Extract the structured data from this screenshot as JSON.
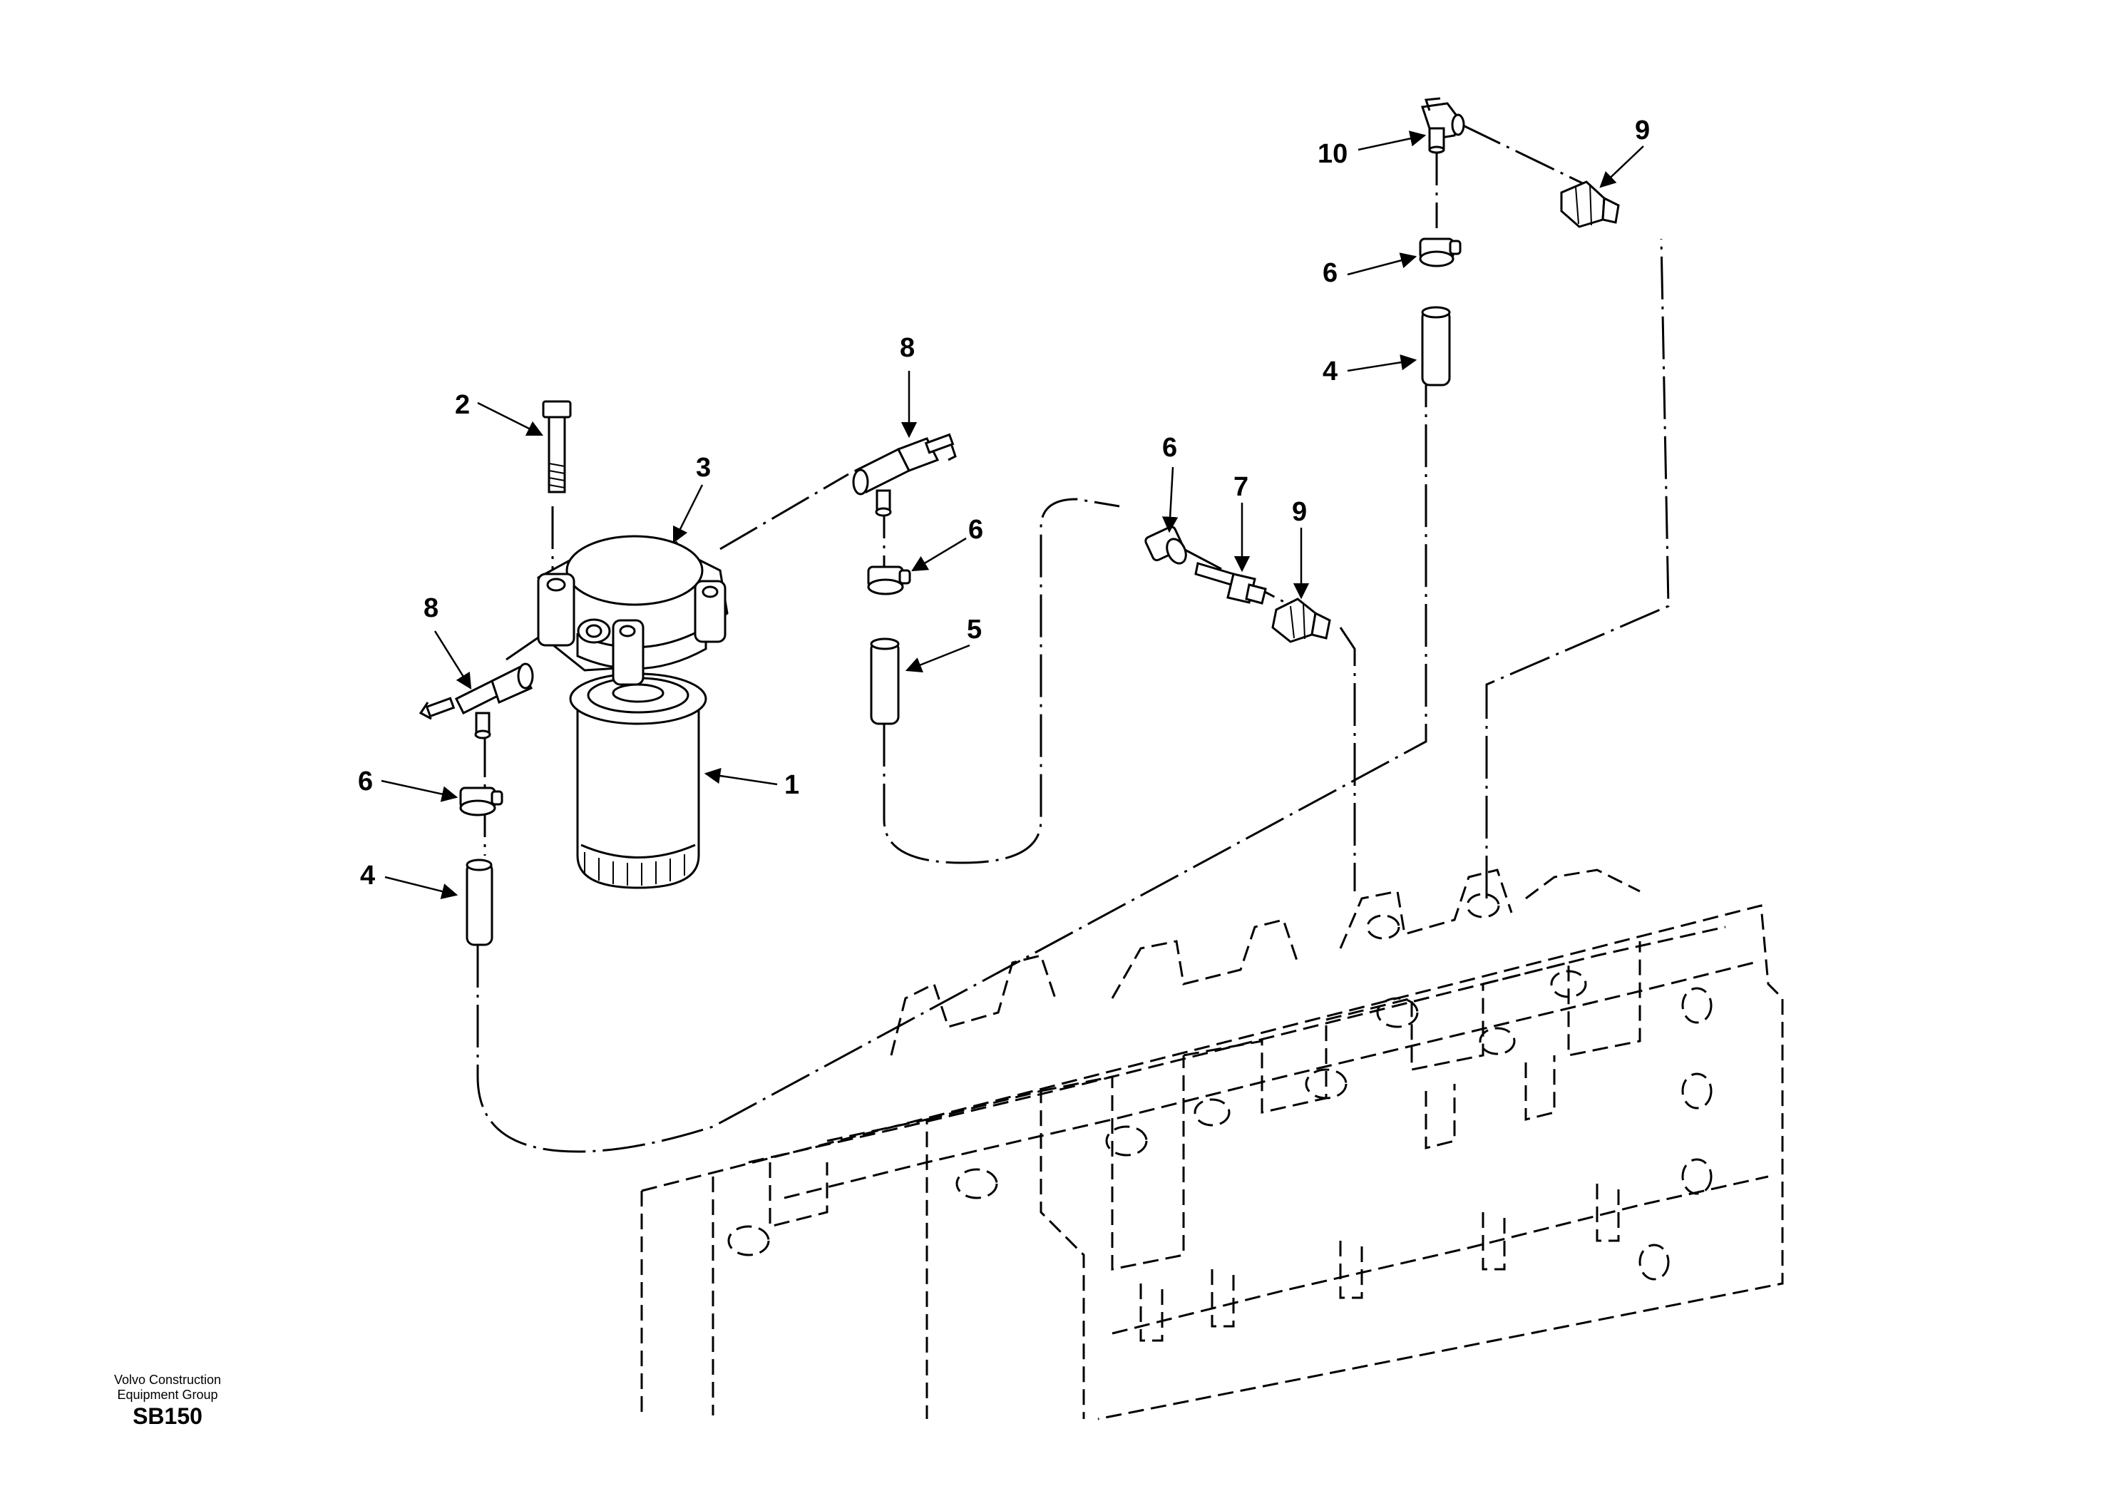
{
  "diagram": {
    "callouts": [
      {
        "id": "c1",
        "text": "1"
      },
      {
        "id": "c2",
        "text": "2"
      },
      {
        "id": "c3",
        "text": "3"
      },
      {
        "id": "c4a",
        "text": "4"
      },
      {
        "id": "c4b",
        "text": "4"
      },
      {
        "id": "c5",
        "text": "5"
      },
      {
        "id": "c6a",
        "text": "6"
      },
      {
        "id": "c6b",
        "text": "6"
      },
      {
        "id": "c6c",
        "text": "6"
      },
      {
        "id": "c6d",
        "text": "6"
      },
      {
        "id": "c7",
        "text": "7"
      },
      {
        "id": "c8a",
        "text": "8"
      },
      {
        "id": "c8b",
        "text": "8"
      },
      {
        "id": "c9a",
        "text": "9"
      },
      {
        "id": "c9b",
        "text": "9"
      },
      {
        "id": "c10",
        "text": "10"
      }
    ]
  },
  "footer": {
    "publisher_line1": "Volvo Construction",
    "publisher_line2": "Equipment Group",
    "drawing_code": "SB150"
  }
}
